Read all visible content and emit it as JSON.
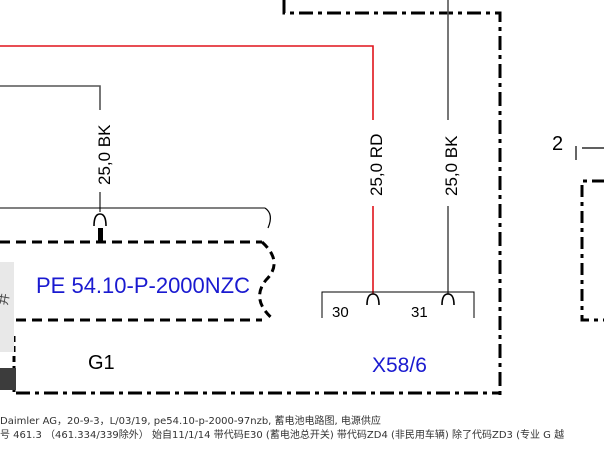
{
  "colors": {
    "line": "#000000",
    "wire_red": "#e0141b",
    "wire_gray": "#555555",
    "link_blue": "#1a1ad0",
    "dark_gray_icon": "#3c3c3c"
  },
  "wires": {
    "left_bk": {
      "gauge_label": "25,0 BK",
      "color_name": "BK"
    },
    "center_rd": {
      "gauge_label": "25,0 RD",
      "color_name": "RD"
    },
    "center_bk": {
      "gauge_label": "25,0 BK",
      "color_name": "BK"
    }
  },
  "components": {
    "pe_reference": "PE 54.10-P-2000NZC",
    "g1": {
      "label": "G1"
    },
    "x58_6": {
      "label": "X58/6",
      "pins": [
        "30",
        "31"
      ]
    },
    "grid_column_label": "2"
  },
  "footer": {
    "line1": "Daimler AG，20-9-3，L/03/19, pe54.10-p-2000-97nzb, 蓄电池电路图, 电源供应",
    "line2": "号 461.3 （461.334/339除外） 始自11/1/14 带代码E30 (蓄电池总开关) 带代码ZD4 (非民用车辆) 除了代码ZD3 (专业 G 越"
  }
}
